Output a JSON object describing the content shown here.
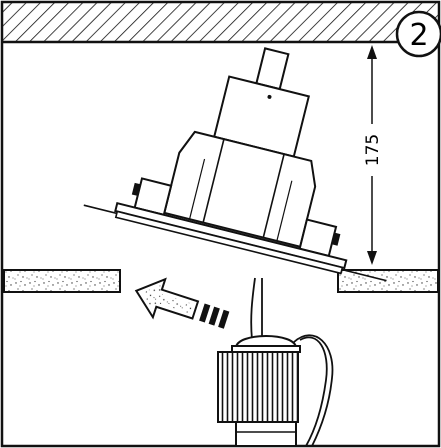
{
  "step_number": "2",
  "dimension_label": "175",
  "icons": [
    "ceiling-slab",
    "recessed-light-housing",
    "led-driver-transformer",
    "insert-direction-arrow",
    "ceiling-panel"
  ],
  "colors": {
    "ink": "#111111",
    "paper": "#ffffff",
    "hatch": "#111111",
    "speckle": "#555555"
  }
}
